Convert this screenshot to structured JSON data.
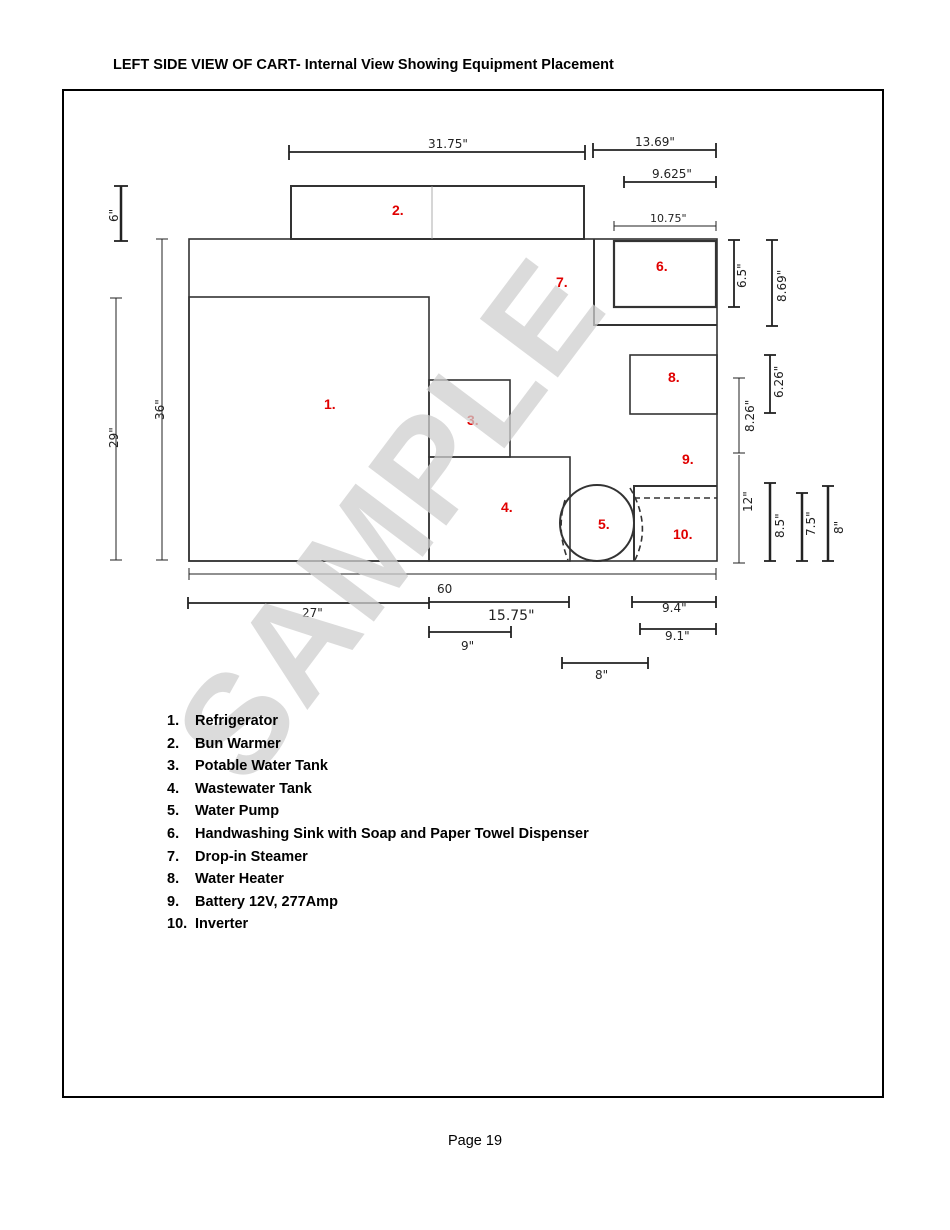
{
  "header": {
    "title": "LEFT SIDE VIEW OF CART- Internal View Showing Equipment Placement"
  },
  "drawing": {
    "component_labels": [
      "1.",
      "2.",
      "3.",
      "4.",
      "5.",
      "6.",
      "7.",
      "8.",
      "9.",
      "10."
    ],
    "dimensions": {
      "bun_warmer_width": "31.75\"",
      "right_section_width": "13.69\"",
      "sink_outer_width": "9.625\"",
      "sink_inner_width": "10.75\"",
      "bun_warmer_height": "6\"",
      "fridge_height": "29\"",
      "cart_height": "36\"",
      "sink_depth": "6.5\"",
      "sink_unit_height": "8.69\"",
      "water_heater_height": "6.26\"",
      "battery_zone_height": "8.26\"",
      "lower_zone_height": "12\"",
      "inverter_height_a": "8.5\"",
      "inverter_height_b": "7.5\"",
      "inverter_height_c": "8\"",
      "cart_length": "60",
      "fridge_length": "27\"",
      "tanks_length": "15.75\"",
      "water_tank_length": "9\"",
      "inverter_length_a": "9.4\"",
      "inverter_length_b": "9.1\"",
      "pump_length": "8\""
    },
    "watermark": "SAMPLE"
  },
  "legend": {
    "items": [
      {
        "num": "1.",
        "label": "Refrigerator"
      },
      {
        "num": "2.",
        "label": "Bun Warmer"
      },
      {
        "num": "3.",
        "label": "Potable Water Tank"
      },
      {
        "num": "4.",
        "label": "Wastewater Tank"
      },
      {
        "num": "5.",
        "label": "Water Pump"
      },
      {
        "num": "6.",
        "label": "Handwashing Sink with Soap and Paper Towel Dispenser"
      },
      {
        "num": "7.",
        "label": "Drop-in Steamer"
      },
      {
        "num": "8.",
        "label": "Water Heater"
      },
      {
        "num": "9.",
        "label": "Battery 12V, 277Amp"
      },
      {
        "num": "10.",
        "label": "Inverter"
      }
    ]
  },
  "footer": {
    "page": "Page 19"
  }
}
